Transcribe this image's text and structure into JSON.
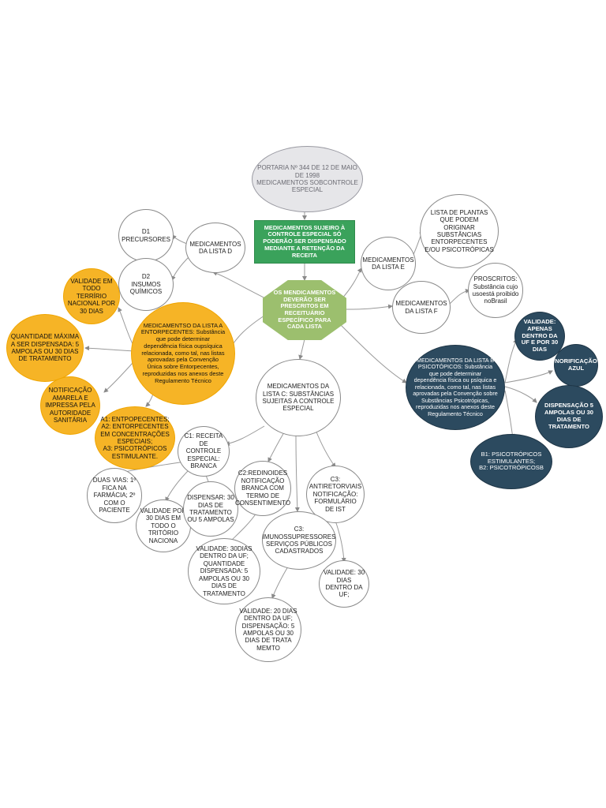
{
  "nodes": {
    "portaria": "PORTARIA Nº 344 DE 12 DE MAIO DE 1998\nMEDICAMENTOS SOBCONTROLE ESPECIAL",
    "controle": "MEDICAMENTOS SUJEIRO À CONTROLE ESPECIAL SÓ PODERÃO SER DISPENSADO MEDIANTE A RETENÇÃO DA RECEITA",
    "central": "OS MENDICAMENTOS DEVERÃO SER PRESCRITOS EM RECEITUÁRIO ESPECÍFICO PARA CADA LISTA",
    "lista_d": "MEDICAMENTOS DA LISTA D",
    "d1": "D1\nPRECURSORES",
    "d2": "D2\nINSUMOS QUÍMICOS",
    "lista_e": "MEDICAMENTOS DA LISTA E",
    "plantas": "LISTA DE PLANTAS QUE PODEM ORIGINAR SUBSTÂNCIAS ENTORPECENTES E/OU PSICOTRÓPICAS",
    "lista_f": "MEDICAMENTOS DA LISTA F",
    "proscritos": "PROSCRITOS:\nSubstância cujo usoestá proibido noBrasil",
    "lista_a": "MEDICAMENTSO DA LISTA A ENTORPECENTES:      Substância que pode determinar dependência física oupsíquica relacionada, como tal, nas listas aprovadas pela Convenção Única sobre Entorpecentes, reproduzidas nos anexos deste Regulamento Técnico",
    "validade_a": "VALIDADE EM TODO TERRÍRIO NACIONAL POR 30 DIAS",
    "quantidade_a": "QUANTIDADE MÁXIMA A SER DISPENSADA: 5 AMPOLAS OU 30 DIAS DE TRATAMENTO",
    "notificacao_a": "NOTIFICAÇÃO AMARELA E IMPRESSA PELA AUTORIDADE SANITÁRIA",
    "a_sub": "A1: ENTPOPECENTES;\nA2: ENTORPECENTES EM CONCENTRAÇÕES ESPECIAIS;\nA3: PSICOTRÓPICOS ESTIMULANTE.",
    "lista_b": "MEDICAMENTOS DA LISTA B PSICOTÓPICOS:      Substância que pode determinar dependência física ou psíquica e relacionada, como tal, nas listas aprovadas pela Convenção sobre Substâncias Psicotrópicas, reproduzidas nos anexos deste Regulamento Técnico",
    "validade_b": "VALIDADE: APENAS DENTRO DA UF E POR 30 DIAS",
    "notificacao_b": "NORIFICAÇÃO AZUL",
    "dispensacao_b": "DISPENSAÇÃO 5 AMPOLAS OU 30 DIAS DE TRATAMENTO",
    "b_sub": "B1: PSICOTRÓPICOS ESTIMULANTES;\nB2: PSICOTRÓPICOSB",
    "lista_c": "MEDICAMENTOS DA LISTA C:      SUBSTÂNCIAS SUJEITAS A CONTROLE ESPECIAL",
    "c1": "C1: RECEITA DE CONTROLE ESPECIAL: BRANCA",
    "c1_vias": "DUAS VIAS: 1º FICA NA FARMÁCIA; 2º COM O PACIENTE",
    "c1_validade": "VALIDADE POR 30 DIAS EM TODO O TRITÓRIO NACIONA",
    "c1_dispensar": "DISPENSAR: 30 DIAS DE TRATAMENTO OU 5 AMPOLAS",
    "c2": "C2:REDINOIDES NOTIFICAÇÃO BRANCA COM TERMO DE CONSENTIMENTO",
    "c2_validade": "VALIDADE: 30DIAS DENTRO DA UF; QUANTIDADE DISPENSADA: 5 AMPOLAS OU 30 DIAS DE TRATAMENTO",
    "c3_antiret": "C3: ANTIRETORVIAIS NOTIFICAÇÃO: FORMULÁRIO DE IST",
    "c3_antiret_validade": "VALIDADE: 30 DIAS DENTRO DA UF;",
    "c3_imuno": "C3: IMUNOSSUPRESSORES SERVIÇOS PÚBLICOS CADASTRADOS",
    "c3_imuno_validade": "VALIDADE: 20 DIAS DENTRO DA UF; DISPENSAÇÃO: 5 AMPOLAS OU 30 DIAS DE TRATA MEMTO"
  }
}
